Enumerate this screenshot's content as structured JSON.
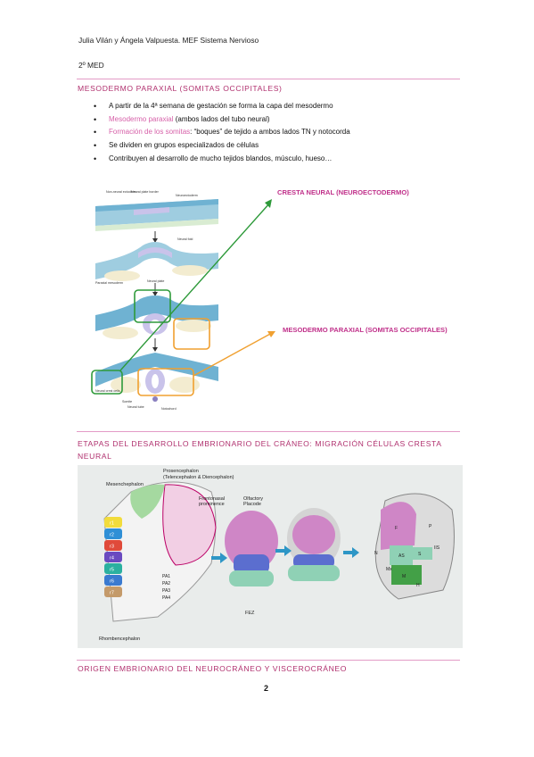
{
  "header": {
    "authors": "Julia Vilán y Ángela Valpuesta. MEF Sistema Nervioso",
    "course": "2º MED"
  },
  "section1": {
    "title": "MESODERMO PARAXIAL (SOMITAS OCCIPITALES)",
    "bullets": [
      {
        "parts": [
          {
            "text": "A partir de la 4ª semana de gestación se forma la capa del mesodermo",
            "color": ""
          }
        ]
      },
      {
        "parts": [
          {
            "text": "Mesodermo paraxial",
            "color": "pink"
          },
          {
            "text": " (ambos lados del tubo neural)",
            "color": ""
          }
        ]
      },
      {
        "parts": [
          {
            "text": "Formación de los somitas",
            "color": "pink"
          },
          {
            "text": ": “boques” de tejido a ambos lados TN y notocorda",
            "color": ""
          }
        ]
      },
      {
        "parts": [
          {
            "text": "Se dividen en grupos especializados de células",
            "color": ""
          }
        ]
      },
      {
        "parts": [
          {
            "text": "Contribuyen al desarrollo de mucho tejidos blandos, músculo, hueso…",
            "color": ""
          }
        ]
      }
    ],
    "figure_labels": {
      "nonneural": "Non-neural ectoderm",
      "border": "Neural plate border",
      "neuroectoderm": "Neuroectoderm",
      "neural_fold": "Neural fold",
      "paraxial": "Paraxial mesoderm",
      "neural_plate": "Neural plate",
      "neural_crest": "Neural crest cells",
      "somite": "Somite",
      "neural_tube": "Neural tube",
      "notochord": "Notochord"
    },
    "callouts": {
      "cresta": "CRESTA NEURAL (NEUROECTODERMO)",
      "mesodermo": "MESODERMO PARAXIAL (SOMITAS OCCIPITALES)"
    }
  },
  "section2": {
    "title": "ETAPAS DEL DESARROLLO EMBRIONARIO DEL CRÁNEO: MIGRACIÓN CÉLULAS CRESTA NEURAL",
    "title_line1": "ETAPAS DEL DESARROLLO EMBRIONARIO DEL CRÁNEO: MIGRACIÓN CÉLULAS CRESTA",
    "title_line2": "NEURAL",
    "labels": {
      "mesenchephalon": "Mesenchephalon",
      "prosencephalon": "Prosencephalon",
      "prosencephalon_sub": "(Telencephalon & Diencephalon)",
      "frontonasal": "Frontonasal",
      "frontonasal2": "prominence",
      "olfactory": "Olfactory",
      "olfactory2": "Placode",
      "rhombencephalon": "Rhombencephalon",
      "fez": "FEZ",
      "r1": "r1",
      "r2": "r2",
      "r3": "r3",
      "r4": "r4",
      "r5": "r5",
      "r6": "r6",
      "r7": "r7",
      "pa1": "PA1",
      "pa2": "PA2",
      "pa3": "PA3",
      "pa4": "PA4",
      "f": "F",
      "p": "P",
      "n": "N",
      "as": "AS",
      "s": "S",
      "iis": "IIS",
      "mx": "Mx",
      "m": "M",
      "h": "H"
    }
  },
  "section3": {
    "title": "ORIGEN EMBRIONARIO DEL NEUROCRÁNEO Y VISCEROCRÁNEO"
  },
  "page_number": "2",
  "colors": {
    "title_pink": "#b0306e",
    "rule_pink": "#e39bc6",
    "callout_pink": "#c0308a",
    "arrow_green": "#2e9a3a",
    "arrow_orange": "#f0a030"
  }
}
